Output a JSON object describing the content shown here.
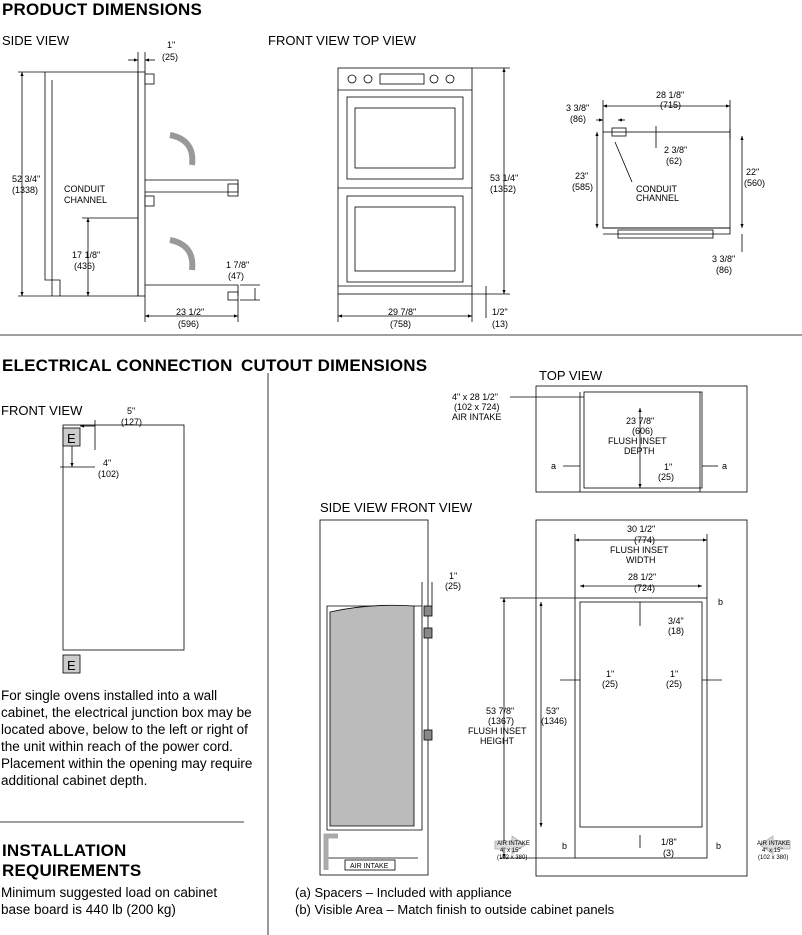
{
  "headings": {
    "product_dimensions": "PRODUCT DIMENSIONS",
    "electrical": "ELECTRICAL CONNECTION",
    "cutout": "CUTOUT DIMENSIONS",
    "installation_line1": "INSTALLATION",
    "installation_line2": "REQUIREMENTS"
  },
  "view_labels": {
    "side_view": "SIDE VIEW",
    "front_view_top_view": "FRONT VIEW TOP VIEW",
    "front_view": "FRONT VIEW",
    "top_view": "TOP VIEW",
    "side_view_front_view": "SIDE VIEW FRONT VIEW"
  },
  "electrical_text": "For single ovens installed into a wall cabinet, the electrical junction box may be located above, below to the left or right of the unit within reach of the power cord. Placement within the opening may require additional cabinet depth.",
  "installation_text": "Minimum suggested load on cabinet base board is 440 lb (200 kg)",
  "notes": {
    "a": "(a)  Spacers – Included with appliance",
    "b": "(b)  Visible Area – Match finish to outside cabinet panels"
  },
  "side_dims": {
    "top_gap": [
      "1\"",
      "(25)"
    ],
    "height": [
      "52 3/4\"",
      "(1338)"
    ],
    "conduit": [
      "CONDUIT",
      "CHANNEL"
    ],
    "conduit_height": [
      "17 1/8\"",
      "(436)"
    ],
    "door_offset": [
      "1 7/8\"",
      "(47)"
    ],
    "depth": [
      "23 1/2\"",
      "(596)"
    ]
  },
  "front_dims": {
    "height": [
      "53 1/4\"",
      "(1352)"
    ],
    "width": [
      "29 7/8\"",
      "(758)"
    ],
    "bottom": [
      "1/2\"",
      "(13)"
    ]
  },
  "top_dims": {
    "width": [
      "28 1/8\"",
      "(715)"
    ],
    "left": [
      "3 3/8\"",
      "(86)"
    ],
    "inner": [
      "2 3/8\"",
      "(62)"
    ],
    "depth_left": [
      "23\"",
      "(585)"
    ],
    "depth_right": [
      "22\"",
      "(560)"
    ],
    "conduit": [
      "CONDUIT",
      "CHANNEL"
    ],
    "bottom": [
      "3 3/8\"",
      "(86)"
    ]
  },
  "elec_dims": {
    "e_label": "E",
    "top": [
      "5\"",
      "(127)"
    ],
    "side": [
      "4\"",
      "(102)"
    ]
  },
  "cut_top": {
    "air": [
      "4\" x 28 1/2\"",
      "(102 x 724)",
      "AIR INTAKE"
    ],
    "depth": [
      "23 7/8\"",
      "(606)",
      "FLUSH INSET",
      "DEPTH"
    ],
    "gap": [
      "1\"",
      "(25)"
    ],
    "a": "a"
  },
  "cut_front": {
    "top_gap": [
      "1\"",
      "(25)"
    ],
    "width_outer": [
      "30 1/2\"",
      "(774)",
      "FLUSH INSET",
      "WIDTH"
    ],
    "width_inner": [
      "28 1/2\"",
      "(724)"
    ],
    "top_inset": [
      "3/4\"",
      "(18)"
    ],
    "left": [
      "1\"",
      "(25)"
    ],
    "right": [
      "1\"",
      "(25)"
    ],
    "height_outer": [
      "53 7/8\"",
      "(1367)",
      "FLUSH INSET",
      "HEIGHT"
    ],
    "height_inner": [
      "53\"",
      "(1346)"
    ],
    "bottom": [
      "1/8\"",
      "(3)"
    ],
    "b": "b",
    "air_intake_left": [
      "AIR INTAKE",
      "4\" x 15\"",
      "(102 x 380)"
    ],
    "air_intake_right": [
      "AIR INTAKE",
      "4\" x 15\"",
      "(102 x 380)"
    ],
    "air_intake_side": "AIR INTAKE"
  }
}
